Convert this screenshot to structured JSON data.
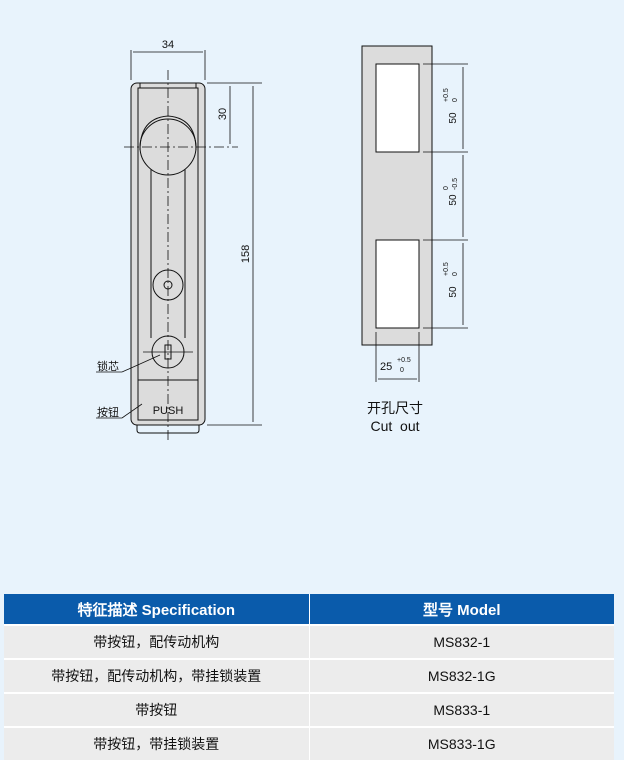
{
  "drawing": {
    "width_dim": "34",
    "top_dim": "30",
    "height_dim": "158",
    "push": "PUSH",
    "label_lock": "锁芯",
    "label_button": "按钮"
  },
  "cutout": {
    "dim1": "50",
    "dim1_tol_up": "+0.5",
    "dim1_tol_lo": "0",
    "dim2": "50",
    "dim2_tol_up": "0",
    "dim2_tol_lo": "-0.5",
    "dim3": "50",
    "dim3_tol_up": "+0.5",
    "dim3_tol_lo": "0",
    "width": "25",
    "width_tol_up": "+0.5",
    "width_tol_lo": "0",
    "caption_cn": "开孔尺寸",
    "caption_en": "Cut  out"
  },
  "table": {
    "headers": [
      "特征描述 Specification",
      "型号 Model"
    ],
    "rows": [
      [
        "带按钮，配传动机构",
        "MS832-1"
      ],
      [
        "带按钮，配传动机构，带挂锁装置",
        "MS832-1G"
      ],
      [
        "带按钮",
        "MS833-1"
      ],
      [
        "带按钮，带挂锁装置",
        "MS833-1G"
      ]
    ]
  }
}
